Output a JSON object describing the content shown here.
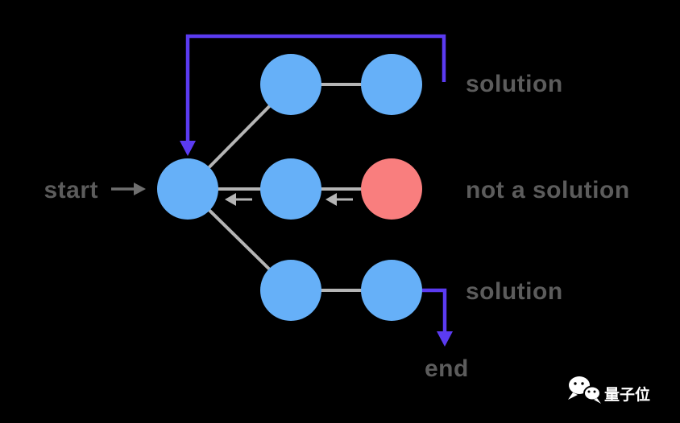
{
  "labels": {
    "start": "start",
    "solution_top": "solution",
    "not_a_solution": "not a solution",
    "solution_bottom": "solution",
    "end": "end"
  },
  "watermark": {
    "brand": "量子位",
    "icon": "wechat-icon"
  },
  "colors": {
    "background": "#000000",
    "node_blue": "#66b0f8",
    "node_red": "#f97e7e",
    "edge_gray": "#b5b5b5",
    "arrow_purple": "#5b3bf1",
    "label_gray": "#5c5c5c",
    "watermark_white": "#ffffff"
  },
  "diagram": {
    "type": "tree",
    "description": "backtracking search tree",
    "root": {
      "id": "root",
      "color": "blue",
      "entry": "start"
    },
    "branches": [
      {
        "nodes": [
          "blue",
          "blue"
        ],
        "result": "solution",
        "backtrack": "purple arrow loops from branch end back to root"
      },
      {
        "nodes": [
          "blue",
          "red"
        ],
        "result": "not a solution",
        "backtrack": "gray arrows point back toward root"
      },
      {
        "nodes": [
          "blue",
          "blue"
        ],
        "result": "solution",
        "exit": "purple arrow down to end"
      }
    ]
  }
}
